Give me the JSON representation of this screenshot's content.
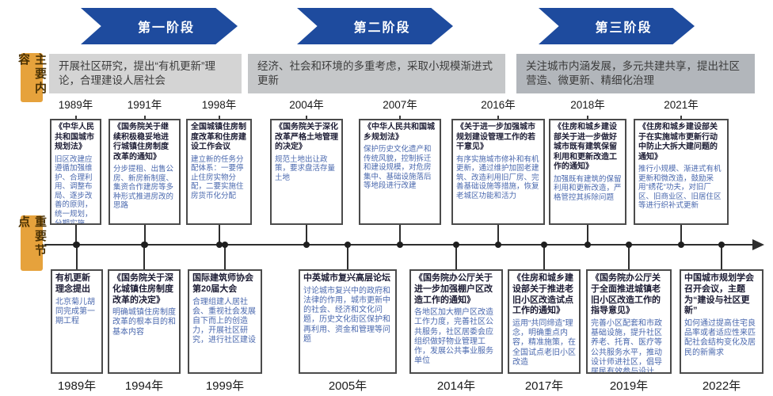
{
  "phases": [
    {
      "label": "第一阶段",
      "summary": "开展社区研究，提出“有机更新”理论，合理建设人居社会"
    },
    {
      "label": "第二阶段",
      "summary": "经济、社会和环境的多重考虑，采取小规模渐进式更新"
    },
    {
      "label": "第三阶段",
      "summary": "关注城市内涵发展，多元共建共享，提出社区营造、微更新、精细化治理"
    }
  ],
  "row_labels": {
    "top": "主要内容",
    "bottom": "重要节点"
  },
  "top_events": [
    {
      "year": "1989年",
      "title": "《中华人民共和国城市规划法》",
      "desc": "旧区改建应遵循加强维护、合理利用、调整布局、逐步改善的原则，统一规划，分期实施"
    },
    {
      "year": "1991年",
      "title": "《国务院关于继续积极稳妥地进行城镇住房制度改革的通知》",
      "desc": "分步提租、出售公房、新房新制度、集资合作建房等多种形式推进房改的思路"
    },
    {
      "year": "1998年",
      "title": "全国城镇住房制度改革和住房建设工作会议",
      "desc": "建立新的任务分配体系：一要停止住房实物分配，二要实施住房货币化分配"
    },
    {
      "year": "2004年",
      "title": "《国务院关于深化改革严格土地管理的决定》",
      "desc": "规范土地出让政策，要求盘活存量土地"
    },
    {
      "year": "2007年",
      "title": "《中华人民共和国城乡规划法》",
      "desc": "保护历史文化遗产和传统风貌，控制拆迁和建设规模，对危房集中、基础设施落后等地段进行改建"
    },
    {
      "year": "2016年",
      "title": "《关于进一步加强城市规划建设管理工作的若干意见》",
      "desc": "有序实施城市修补和有机更新，通过维护加固老建筑、改造利用旧厂房、完善基础设施等措施，恢复老城区功能和活力"
    },
    {
      "year": "2018年",
      "title": "《住房和城乡建设部关于进一步做好城市既有建筑保留利用和更新改造工作的通知》",
      "desc": "加强既有建筑的保留利用和更新改造，严格管控其拆除问题"
    },
    {
      "year": "2021年",
      "title": "《住房和城乡建设部关于在实施城市更新行动中防止大拆大建问题的通知》",
      "desc": "推行小规模、渐进式有机更新和微改造，鼓励采用“绣花”功夫，对旧厂区、旧商业区、旧居住区等进行织补式更新"
    }
  ],
  "bottom_events": [
    {
      "year": "1989年",
      "title": "有机更新理念提出",
      "desc": "北京菊儿胡同完成第一期工程"
    },
    {
      "year": "1994年",
      "title": "《国务院关于深化城镇住房制度改革的决定》",
      "desc": "明确城镇住房制度改革的根本目的和基本内容"
    },
    {
      "year": "1999年",
      "title": "国际建筑师协会第20届大会",
      "desc": "合理组建人居社会、重视社会发展自下而上的创造力，开展社区研究，进行社区建设"
    },
    {
      "year": "2005年",
      "title": "中英城市复兴高层论坛",
      "desc": "讨论城市复兴中的政府和法律的作用，城市更新中的社会、经济和文化问题，历史文化街区保护和再利用、资金和管理等问题"
    },
    {
      "year": "2014年",
      "title": "《国务院办公厅关于进一步加强棚户区改造工作的通知》",
      "desc": "各地区加大棚户区改造工作力度，完善社区公共服务，社区居委会应组织做好物业管理工作，发展公共事业服务单位"
    },
    {
      "year": "2017年",
      "title": "《住房和城乡建设部关于推进老旧小区改造试点工作的通知》",
      "desc": "运用“共同缔造”理念，明确重点内容，精准施策，在全国试点老旧小区改造"
    },
    {
      "year": "2019年",
      "title": "《国务院办公厅关于全面推进城镇老旧小区改造工作的指导意见》",
      "desc": "完善小区配套和市政基础设施，提升社区养老、托育、医疗等公共服务水平，推动设计师进社区，倡导居民有效参与设计"
    },
    {
      "year": "2022年",
      "title": "中国城市规划学会召开会议，主题为“建设与社区更新”",
      "desc": "如何通过提高住宅良品率或者适应性来匹配社会结构变化及居民的新需求"
    }
  ],
  "colors": {
    "phase_arrow_blue": "#1e4b9e",
    "row_label_orange": "#e6a23c",
    "band_gray_1": "#d4d4d4",
    "band_gray_2": "#c5c7c9",
    "band_gray_3": "#b2b6bb",
    "event_title_navy": "#1b1b33",
    "event_desc_blue": "#4a68ae",
    "timeline_dark": "#2e2e2e"
  }
}
